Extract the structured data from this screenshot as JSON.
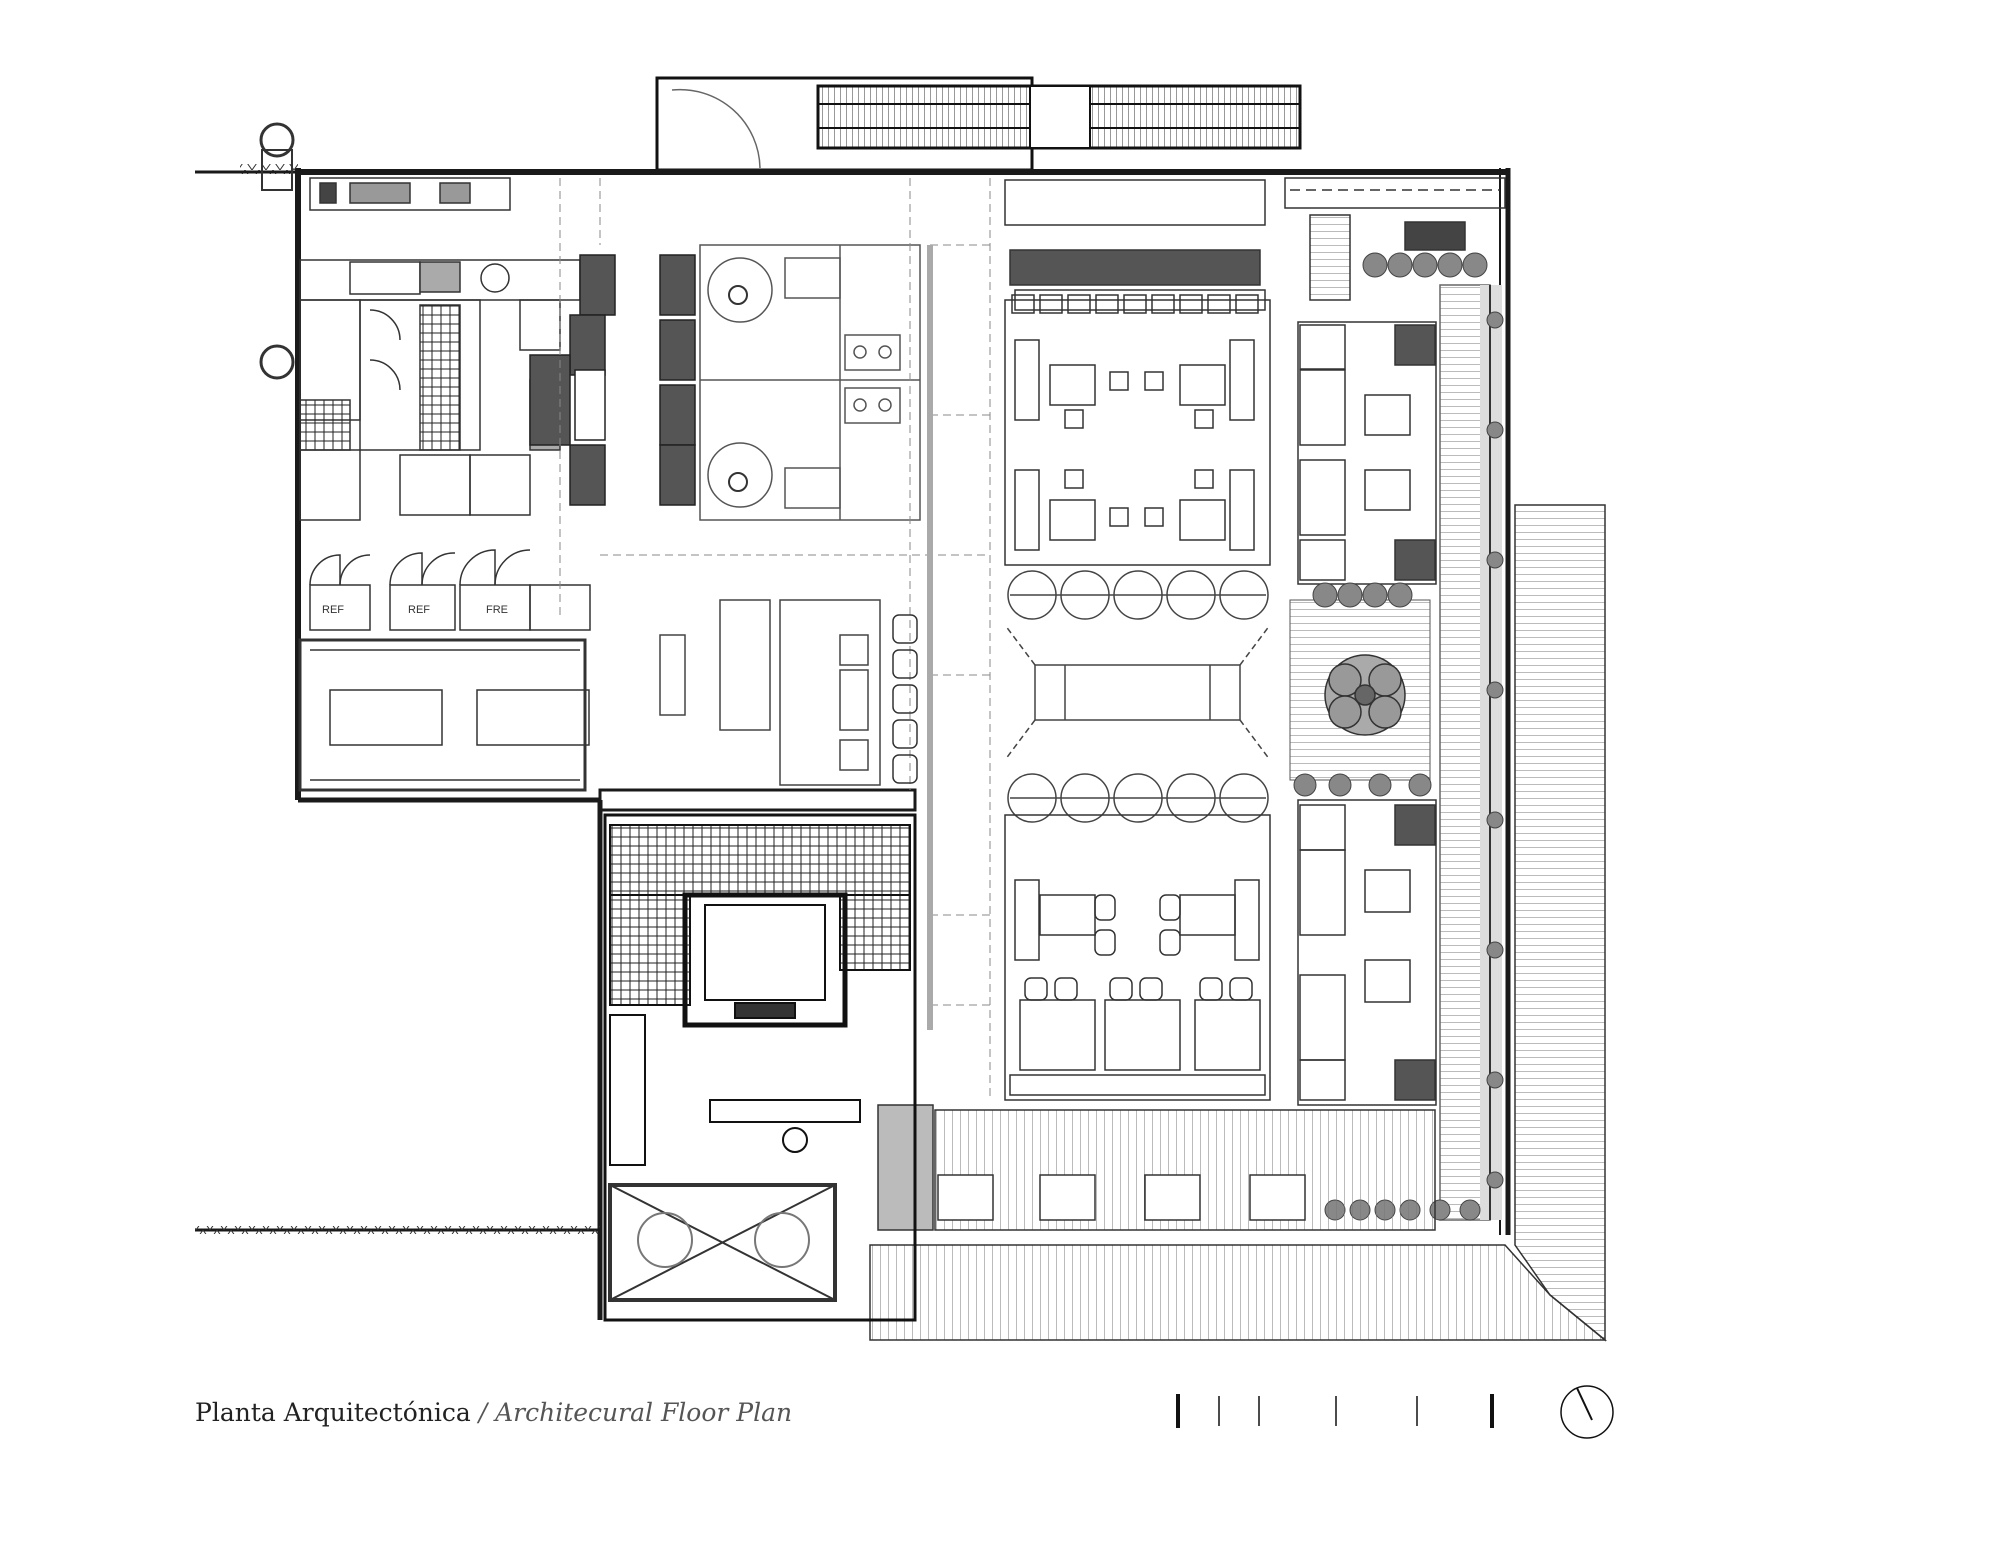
{
  "caption": {
    "title": "Planta Arquitectónica",
    "separator": " / ",
    "subtitle": "Architecural Floor Plan"
  },
  "labels": {
    "ref1": "REF",
    "ref2": "REF",
    "fre": "FRE"
  },
  "icons": {
    "north_arrow": "north-arrow-icon",
    "scale_bar": "scale-bar-icon",
    "tree": "tree-icon"
  },
  "colors": {
    "ink": "#111111",
    "wall": "#1a1a1a",
    "fill_dark": "#555555",
    "fill_light": "#e8e8e8",
    "plant": "#777777",
    "line": "#666666"
  }
}
